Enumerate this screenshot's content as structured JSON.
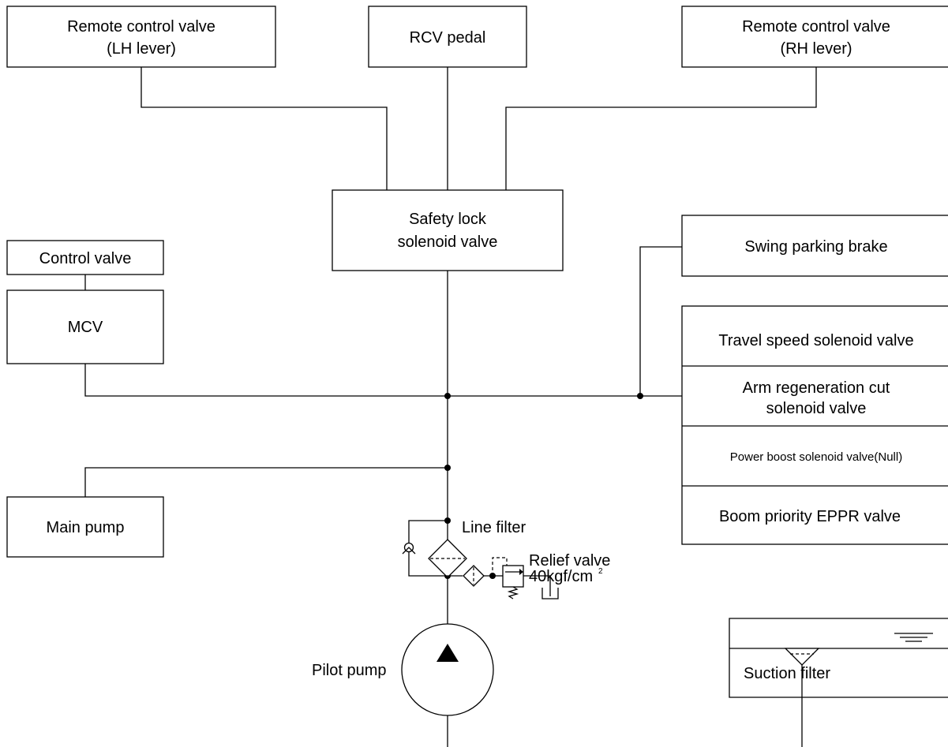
{
  "labels": {
    "rcv_lh_1": "Remote control valve",
    "rcv_lh_2": "(LH lever)",
    "rcv_pedal": "RCV pedal",
    "rcv_rh_1": "Remote control valve",
    "rcv_rh_2": "(RH lever)",
    "safety_1": "Safety lock",
    "safety_2": "solenoid valve",
    "control_valve": "Control valve",
    "mcv": "MCV",
    "swing_brake": "Swing parking brake",
    "travel_speed": "Travel speed solenoid valve",
    "arm_regen_1": "Arm regeneration cut",
    "arm_regen_2": "solenoid valve",
    "power_boost": "Power boost solenoid valve(Null)",
    "boom_priority": "Boom priority EPPR valve",
    "main_pump": "Main pump",
    "line_filter": "Line filter",
    "relief_valve": "Relief valve",
    "relief_pressure": "40kgf/cm",
    "relief_pressure_sup": "2",
    "pilot_pump": "Pilot pump",
    "suction_filter": "Suction filter"
  }
}
